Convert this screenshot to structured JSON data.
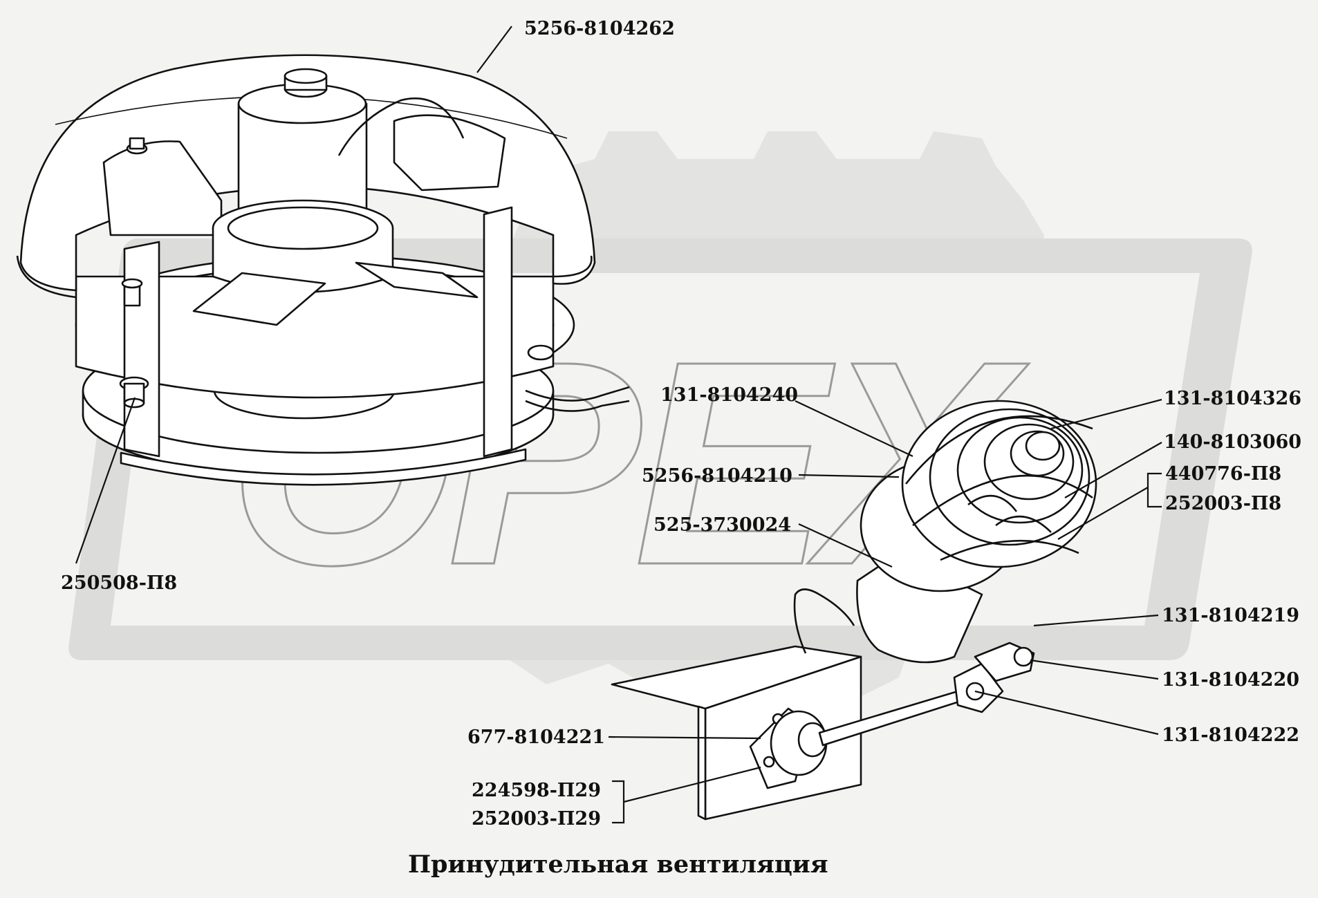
{
  "caption": "Принудительная вентиляция",
  "watermark": "ОРЕХ",
  "colors": {
    "background": "#f3f3f1",
    "watermark": "#dcdcdc",
    "ink": "#111111"
  },
  "parts": {
    "roof_vent_cover": "5256-8104262",
    "roof_bolt": "250508-П8",
    "fan_housing": "131-8104240",
    "fan_bracket": "5256-8104210",
    "fan_motor": "525-3730024",
    "fan_grille": "131-8104326",
    "fan_impeller": "140-8103060",
    "bolt_a": "440776-П8",
    "washer_a": "252003-П8",
    "swivel_arm": "131-8104219",
    "swivel_joint": "131-8104220",
    "swivel_clamp": "131-8104222",
    "mount_plate": "677-8104221",
    "bolt_b": "224598-П29",
    "washer_b": "252003-П29"
  }
}
